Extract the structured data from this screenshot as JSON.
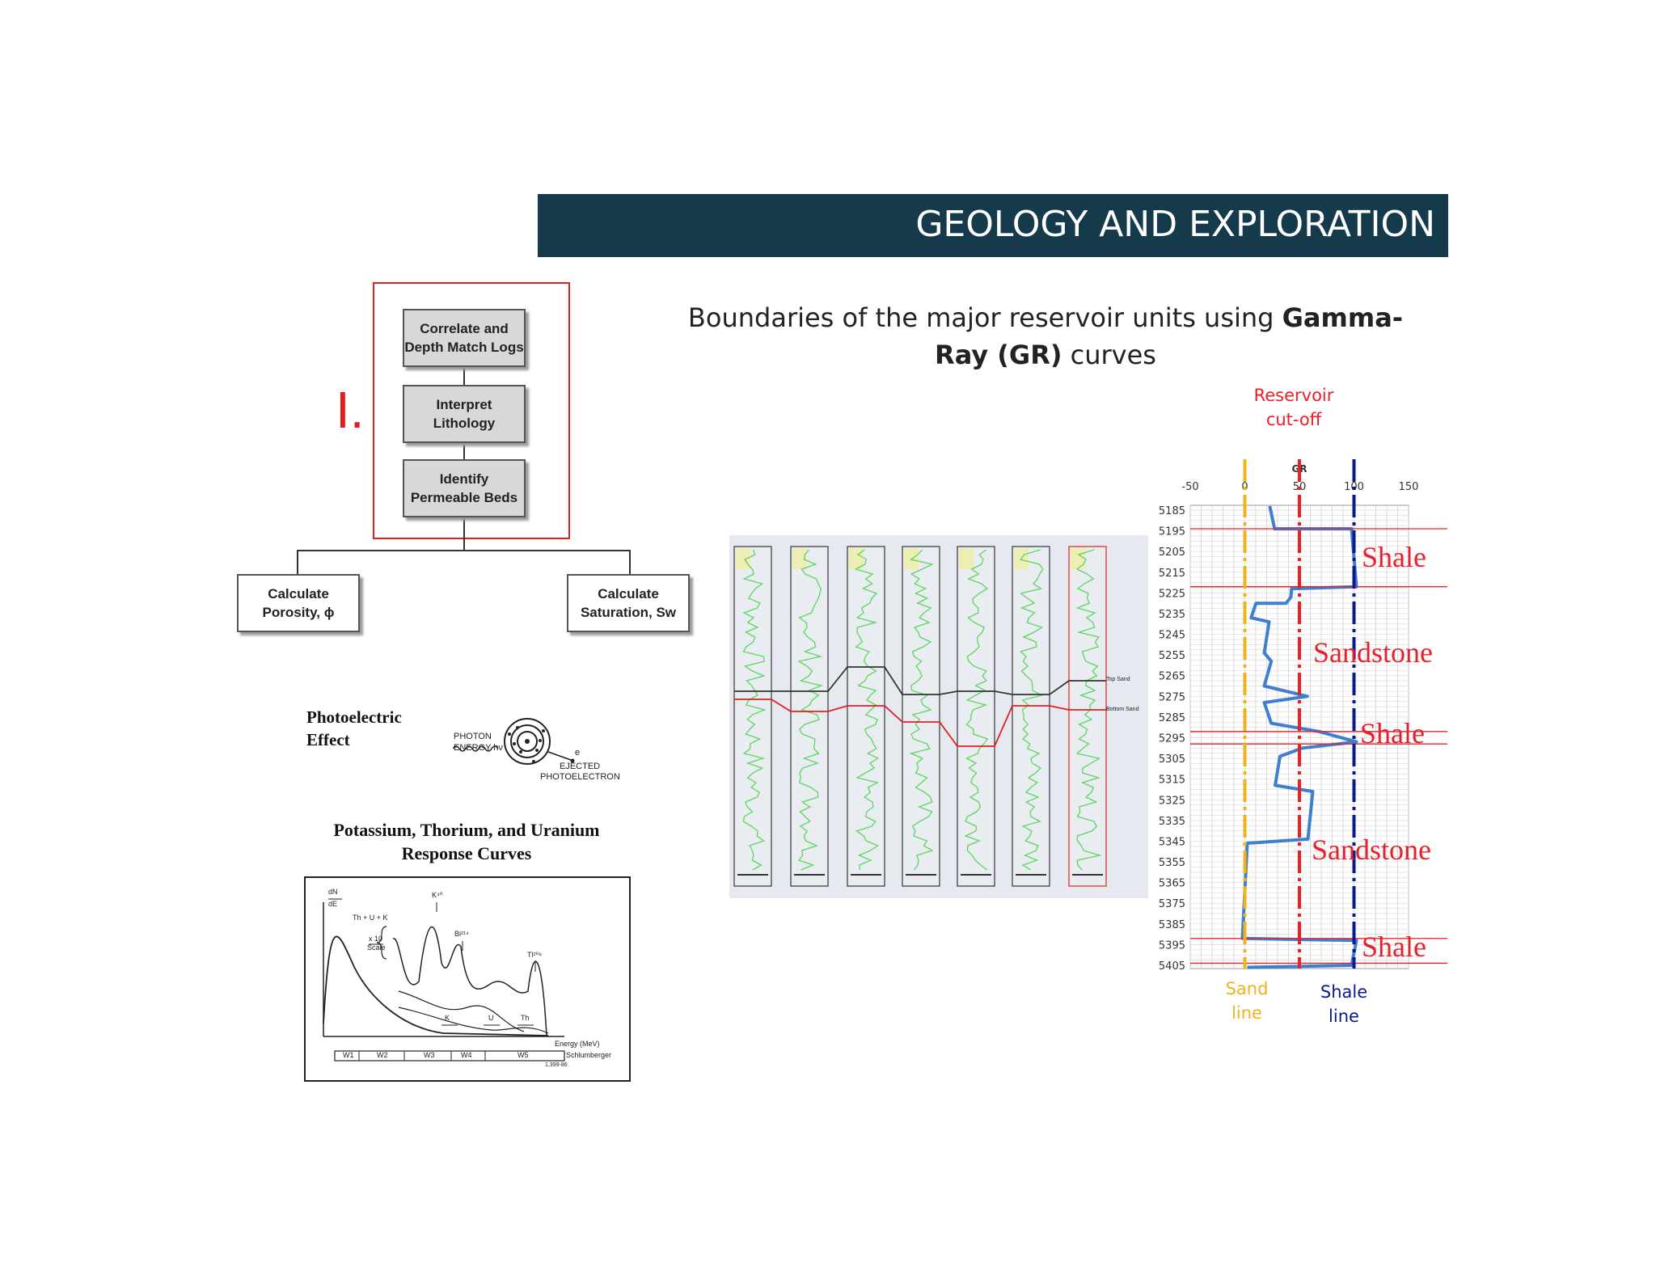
{
  "banner": {
    "title": "GEOLOGY AND EXPLORATION"
  },
  "heading": {
    "text_before": "Boundaries of the major reservoir units using ",
    "bold_1": "Gamma-",
    "bold_2": "Ray (GR)",
    "text_after": " curves"
  },
  "roman_marker": "I.",
  "flowchart": {
    "steps": [
      {
        "line1": "Correlate and",
        "line2": "Depth Match Logs"
      },
      {
        "line1": "Interpret",
        "line2": "Lithology"
      },
      {
        "line1": "Identify",
        "line2": "Permeable Beds"
      }
    ],
    "porosity": {
      "line1": "Calculate",
      "line2": "Porosity, ϕ"
    },
    "saturation": {
      "line1": "Calculate",
      "line2": "Saturation, Sw"
    }
  },
  "photoelectric": {
    "title_1": "Photoelectric",
    "title_2": "Effect",
    "photon_1": "PHOTON",
    "photon_2": "ENERGY hν",
    "electron_symbol": "e",
    "ejected_1": "EJECTED",
    "ejected_2": "PHOTOELECTRON"
  },
  "ptu": {
    "title_1": "Potassium, Thorium, and Uranium",
    "title_2": "Response Curves",
    "ylabel_top": "dN",
    "ylabel_bottom": "dE",
    "thuk": "Th + U + K",
    "scale_1": "x 10",
    "scale_2": "Scale",
    "k40": "K⁴⁰",
    "bi214": "Bi²¹⁴",
    "tl208": "Tl²⁰⁸",
    "peak_k": "K",
    "peak_u": "U",
    "peak_th": "Th",
    "energy": "Energy (MeV)",
    "windows": [
      "W1",
      "W2",
      "W3",
      "W4",
      "W5"
    ],
    "brand": "Schlumberger",
    "code": "1,399-86"
  },
  "correlation": {
    "top_sand": "Top Sand",
    "bottom_sand": "Bottom Sand",
    "track_count": 7,
    "highlight_color": "#e02020",
    "curve_color": "#5cd65c"
  },
  "gr_log": {
    "axis_title": "GR",
    "x_ticks": [
      "-50",
      "0",
      "50",
      "100",
      "150"
    ],
    "depths": [
      "5185",
      "5195",
      "5205",
      "5215",
      "5225",
      "5235",
      "5245",
      "5255",
      "5265",
      "5275",
      "5285",
      "5295",
      "5305",
      "5315",
      "5325",
      "5335",
      "5345",
      "5355",
      "5365",
      "5375",
      "5385",
      "5395",
      "5405"
    ],
    "reservoir_cutoff_1": "Reservoir",
    "reservoir_cutoff_2": "cut-off",
    "sand_line_1": "Sand",
    "sand_line_2": "line",
    "shale_line_1": "Shale",
    "shale_line_2": "line",
    "lithology": [
      "Shale",
      "Sandstone",
      "Shale",
      "Sandstone",
      "Shale"
    ],
    "colors": {
      "cutoff": "#e8202a",
      "sand": "#f2b21a",
      "shale": "#0a1a8c",
      "curve": "#3f7fd0"
    }
  }
}
